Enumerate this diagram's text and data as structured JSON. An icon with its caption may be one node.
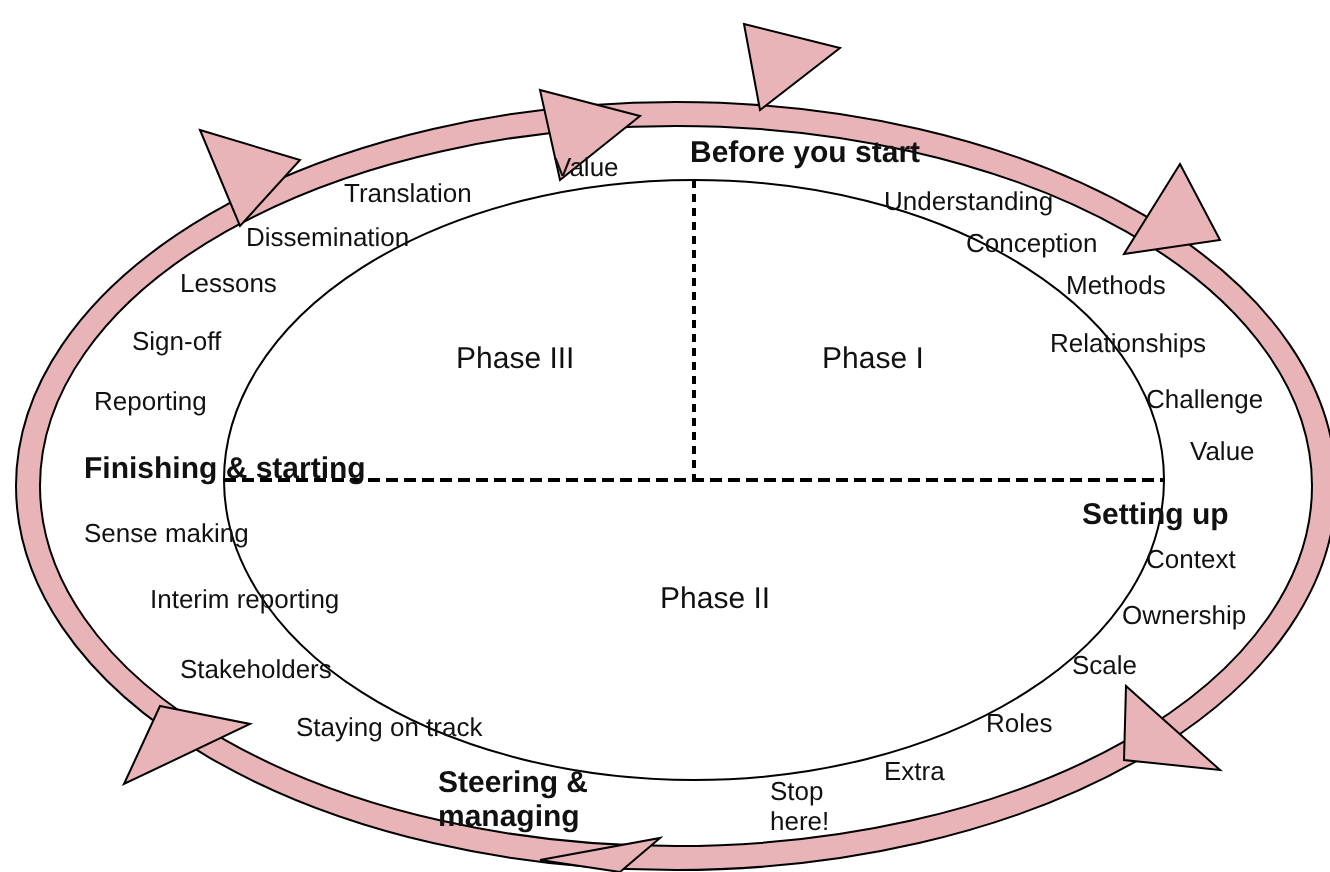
{
  "diagram": {
    "labels": [
      "Before you start",
      "Value",
      "Translation",
      "Understanding",
      "Dissemination",
      "Conception",
      "Lessons",
      "Methods",
      "Sign-off",
      "Relationships",
      "Phase III",
      "Phase I",
      "Reporting",
      "Challenge",
      "Value",
      "Finishing & starting",
      "Setting up",
      "Sense making",
      "Context",
      "Interim reporting",
      "Phase II",
      "Ownership",
      "Stakeholders",
      "Scale",
      "Staying on track",
      "Roles",
      "Extra",
      "Steering & managing",
      "Stop here!"
    ]
  }
}
